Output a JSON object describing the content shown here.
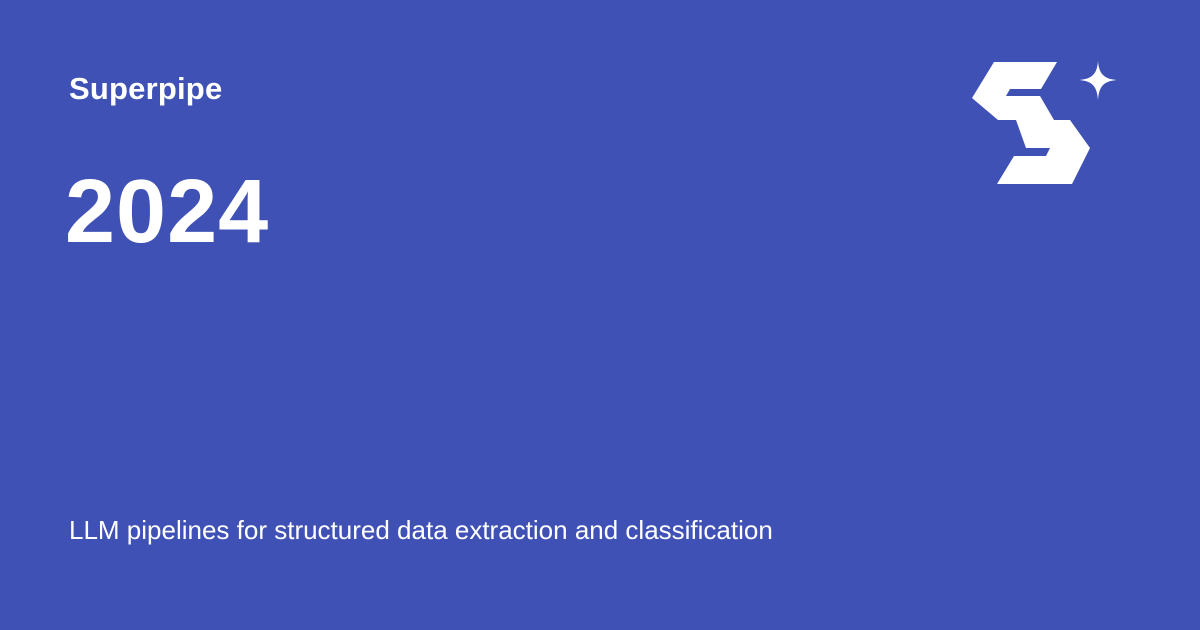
{
  "brand": {
    "name": "Superpipe"
  },
  "headline": {
    "year": "2024"
  },
  "tagline": {
    "text": "LLM pipelines for structured data extraction and classification"
  },
  "logo": {
    "icon": "superpipe-s-sparkle-logo-icon"
  },
  "colors": {
    "background": "#3f51b5",
    "foreground": "#ffffff"
  }
}
